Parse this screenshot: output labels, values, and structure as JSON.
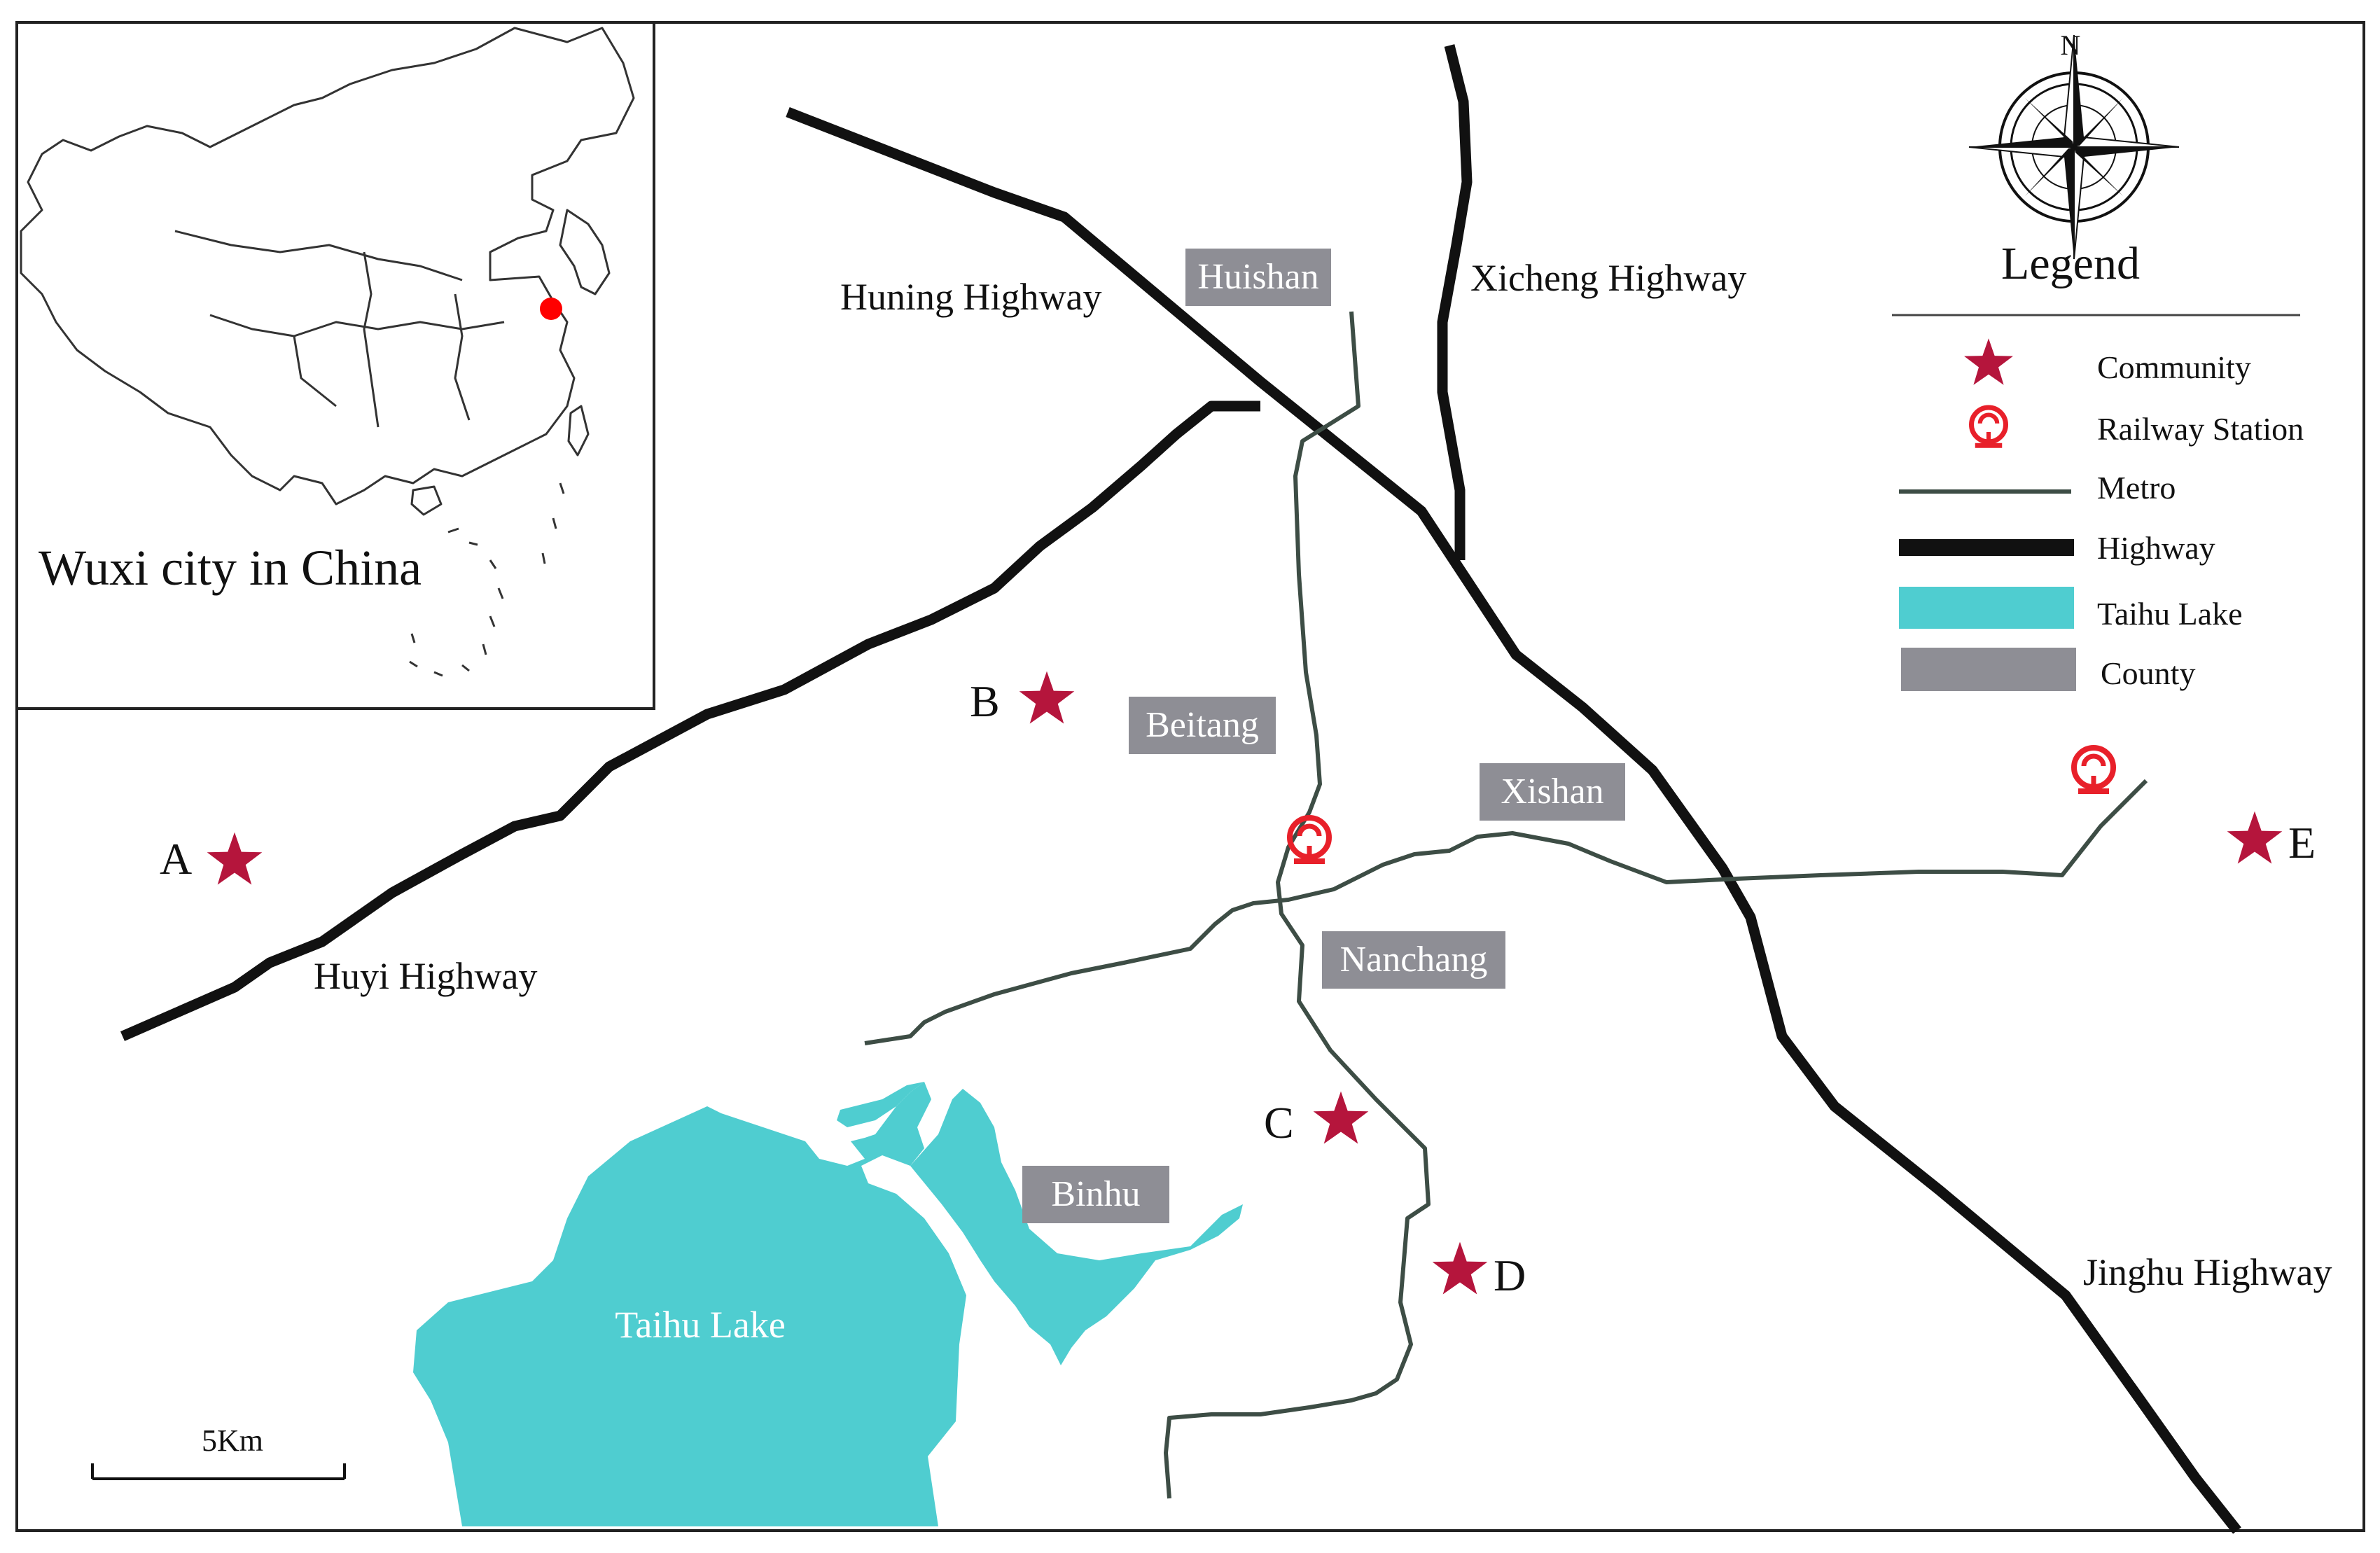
{
  "inset": {
    "caption": "Wuxi city in China"
  },
  "compass": {
    "north_label": "N"
  },
  "legend": {
    "title": "Legend",
    "items": [
      {
        "label": "Community",
        "symbol": "star"
      },
      {
        "label": "Railway Station",
        "symbol": "railway-station"
      },
      {
        "label": "Metro",
        "symbol": "thin-line"
      },
      {
        "label": "Highway",
        "symbol": "thick-line"
      },
      {
        "label": "Taihu Lake",
        "symbol": "cyan-box"
      },
      {
        "label": "County",
        "symbol": "gray-box"
      }
    ]
  },
  "highways": {
    "huning": "Huning Highway",
    "xicheng": "Xicheng Highway",
    "huyi": "Huyi Highway",
    "jinghu": "Jinghu Highway"
  },
  "counties": {
    "huishan": "Huishan",
    "beitang": "Beitang",
    "xishan": "Xishan",
    "nanchang": "Nanchang",
    "binhu": "Binhu"
  },
  "lake": {
    "label": "Taihu Lake"
  },
  "communities": {
    "a": "A",
    "b": "B",
    "c": "C",
    "d": "D",
    "e": "E"
  },
  "scale_bar": {
    "label": "5Km"
  },
  "colors": {
    "community_star": "#b5153c",
    "railway_station": "#e8202a",
    "metro": "#3d4d45",
    "highway": "#111111",
    "lake": "#4fcdd0",
    "county": "#8e8e95",
    "inset_marker": "#ff0000"
  }
}
